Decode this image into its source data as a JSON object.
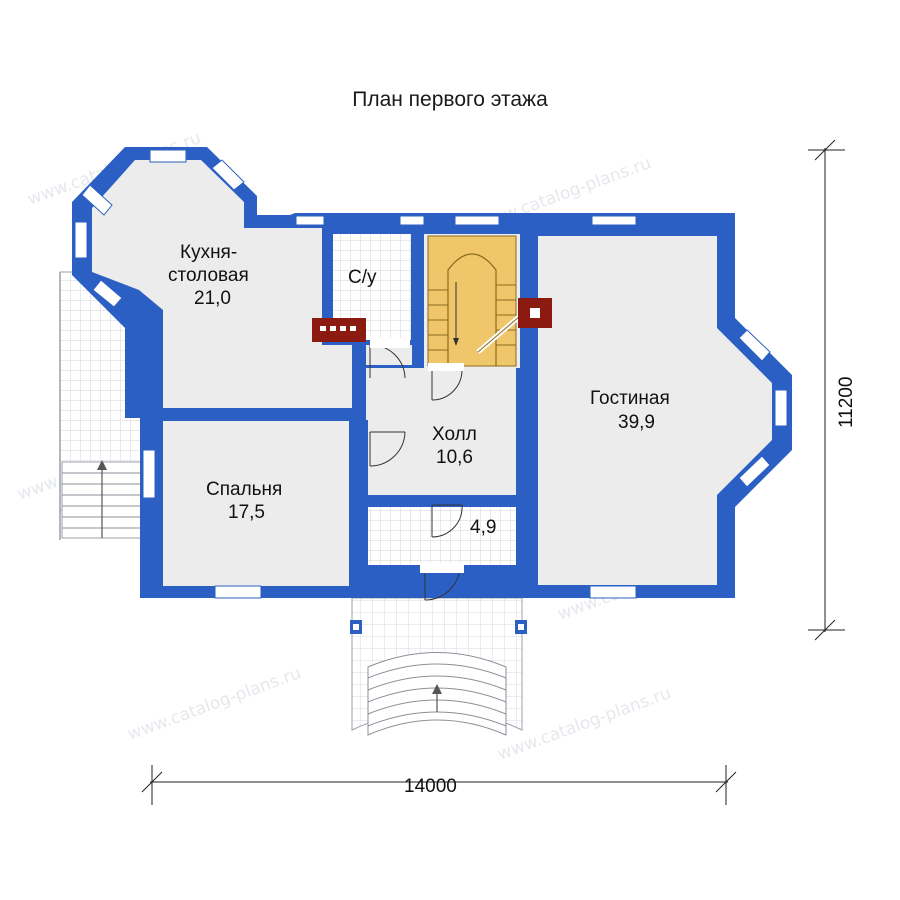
{
  "title": "План первого этажа",
  "rooms": {
    "kitchen": {
      "name_line1": "Кухня-",
      "name_line2": "столовая",
      "area": "21,0"
    },
    "bath": {
      "name": "С/у"
    },
    "living": {
      "name": "Гостиная",
      "area": "39,9"
    },
    "hall": {
      "name": "Холл",
      "area": "10,6"
    },
    "bedroom": {
      "name": "Спальня",
      "area": "17,5"
    },
    "vestibule": {
      "area": "4,9"
    }
  },
  "dimensions": {
    "width": "14000",
    "depth": "11200"
  },
  "watermark": "www.catalog-plans.ru",
  "colors": {
    "wall": "#2b5fc4",
    "floor": "#ececec",
    "stair": "#f0c66a",
    "grid": "#cfd3d8"
  }
}
